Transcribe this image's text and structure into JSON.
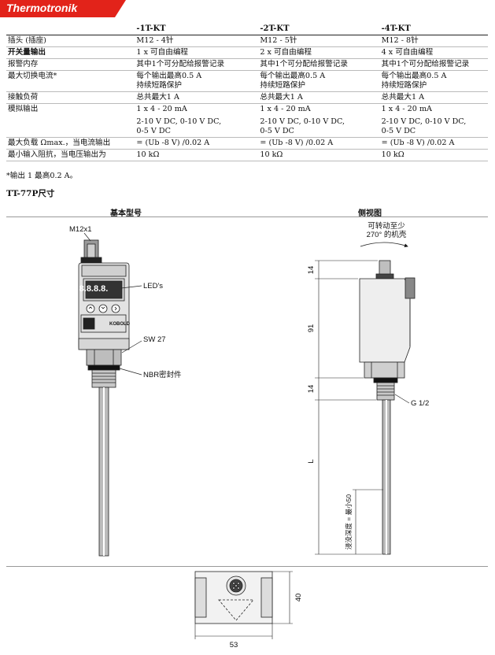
{
  "brand": {
    "name": "Thermotronik",
    "color": "#e2231a"
  },
  "table": {
    "headers": [
      "",
      "-1T-KT",
      "-2T-KT",
      "-4T-KT"
    ],
    "rows": [
      {
        "label": "插头 (插座)",
        "bold": false,
        "cells": [
          [
            "M12 - 4针"
          ],
          [
            "M12 - 5针"
          ],
          [
            "M12 - 8针"
          ]
        ]
      },
      {
        "label": "开关量输出",
        "bold": true,
        "cells": [
          [
            "1 x 可自由编程"
          ],
          [
            "2 x 可自由编程"
          ],
          [
            "4 x 可自由编程"
          ]
        ]
      },
      {
        "label": "报警内存",
        "bold": false,
        "cells": [
          [
            "其中1个可分配给报警记录"
          ],
          [
            "其中1个可分配给报警记录"
          ],
          [
            "其中1个可分配给报警记录"
          ]
        ]
      },
      {
        "label": "最大切换电流*",
        "bold": false,
        "cells": [
          [
            "每个输出最高0.5 A",
            "持续短路保护"
          ],
          [
            "每个输出最高0.5 A",
            "持续短路保护"
          ],
          [
            "每个输出最高0.5 A",
            "持续短路保护"
          ]
        ]
      },
      {
        "label": "接触负荷",
        "bold": false,
        "cells": [
          [
            "总共最大1 A"
          ],
          [
            "总共最大1 A"
          ],
          [
            "总共最大1 A"
          ]
        ]
      },
      {
        "label": "模拟输出",
        "bold": false,
        "cells": [
          [
            "1 x 4 - 20 mA",
            "2-10 V DC, 0-10 V DC,",
            "0-5 V DC"
          ],
          [
            "1 x 4 - 20 mA",
            "2-10 V DC, 0-10 V DC,",
            "0-5 V DC"
          ],
          [
            "1 x 4 - 20 mA",
            "2-10 V DC, 0-10 V DC,",
            "0-5 V DC"
          ]
        ]
      },
      {
        "label": "最大负载 Ωmax.，当电流输出",
        "bold": false,
        "cells": [
          [
            "= (Ub -8 V) /0.02 A"
          ],
          [
            "= (Ub -8 V) /0.02 A"
          ],
          [
            "= (Ub -8 V) /0.02 A"
          ]
        ]
      },
      {
        "label": "最小输入阻抗，当电压输出为",
        "bold": false,
        "cells": [
          [
            "10 kΩ"
          ],
          [
            "10 kΩ"
          ],
          [
            "10 kΩ"
          ]
        ]
      }
    ]
  },
  "footnote": "*输出 1 最高0.2 A。",
  "section_title": "TT-77P尺寸",
  "views": {
    "basic": "基本型号",
    "side": "侧视图"
  },
  "labels": {
    "m12": "M12x1",
    "leds": "LED's",
    "sw": "SW 27",
    "nbr": "NBR密封件",
    "rotate1": "可转动至少",
    "rotate2": "270° 的机壳",
    "d14a": "14",
    "d91": "91",
    "d14b": "14",
    "g12": "G 1/2",
    "L": "L",
    "immersion": "浸没深度 = 最小50",
    "d40": "40",
    "d53": "53",
    "display": "8.8.8.8.",
    "logo": "KOBOLD"
  }
}
